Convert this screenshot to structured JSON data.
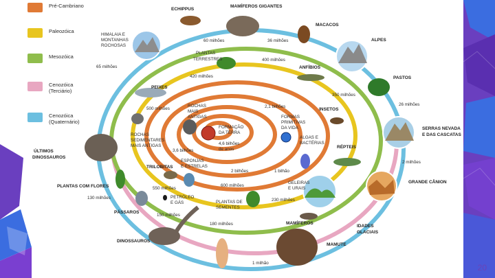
{
  "colors": {
    "precambrian": "#e07a35",
    "paleozoic": "#e8c51f",
    "mesozoic": "#8fbd4c",
    "cenozoic_tertiary": "#e8a7c1",
    "cenozoic_quaternary": "#6cbfe0",
    "accent_purple": "#6a3fbf",
    "accent_blue": "#3b6de0"
  },
  "legend": [
    {
      "label": "Pré-Cambriano",
      "color_key": "precambrian"
    },
    {
      "label": "Paleozóica",
      "color_key": "paleozoic"
    },
    {
      "label": "Mesozóica",
      "color_key": "mesozoic"
    },
    {
      "label": "Cenozóica\n(Terciário)",
      "color_key": "cenozoic_tertiary"
    },
    {
      "label": "Cenozóica\n(Quaternário)",
      "color_key": "cenozoic_quaternary"
    }
  ],
  "labels": {
    "echippus": "ECHIPPUS",
    "mamiferos_gigantes": "MAMÍFEROS GIGANTES",
    "macacos": "MACACOS",
    "himalaia_1": "HIMALAIA E",
    "himalaia_2": "MONTANHAS",
    "himalaia_3": "ROCHOSAS",
    "alpes": "ALPES",
    "m60": "60 milhões",
    "m36": "36 milhões",
    "m65": "65 milhões",
    "plantas_terrestres_1": "PLANTAS",
    "plantas_terrestres_2": "TERRESTRES",
    "m400": "400 milhões",
    "anfibios": "ANFÍBIOS",
    "pastos": "PASTOS",
    "m420": "420 milhões",
    "peixes": "PEIXES",
    "m350": "350 milhões",
    "m26": "26 milhões",
    "rochas_mais_antigas_1": "ROCHAS",
    "rochas_mais_antigas_2": "MAIS",
    "rochas_mais_antigas_3": "ANTIGAS",
    "b2_1": "2,1 bilhões",
    "insetos": "INSETOS",
    "m500": "500 milhões",
    "formas_1": "FORMAS",
    "formas_2": "PRIMITIVAS",
    "formas_3": "DA VIDA",
    "formacao_1": "FORMAÇÃO",
    "formacao_2": "DA TERRA",
    "serras_1": "SERRAS NEVADA",
    "serras_2": "E DAS CASCATAS",
    "rochas_sed_1": "ROCHAS",
    "rochas_sed_2": "SEDIMENTARES",
    "rochas_sed_3": "MAIS ANTIGAS",
    "b46_1": "4,6 bilhões",
    "b46_2": "de anos",
    "algas_1": "ALGAS E",
    "algas_2": "BACTÉRIAS",
    "ultimos_1": "ÚLTIMOS",
    "ultimos_2": "DINOSSAUROS",
    "b36": "3,6 bilhões",
    "repteis": "RÉPTEIS",
    "m2": "2 milhões",
    "trilobitas": "TRILOBITAS",
    "esponjas_1": "ESPONJAS",
    "esponjas_2": "E ESTRELAS",
    "b2": "2 bilhões",
    "b1": "1 bilhão",
    "grande_canion": "GRANDE CÂNION",
    "plantas_flores": "PLANTAS COM FLORES",
    "m550": "550 milhões",
    "m600": "600 milhões",
    "geleiras_1": "GELEIRAS",
    "geleiras_2": "E URAIS",
    "m130": "130 milhões",
    "petroleo_1": "PETRÓLEO",
    "petroleo_2": "E GÁS",
    "plantas_sementes_1": "PLANTAS DE",
    "plantas_sementes_2": "SEMENTES",
    "m230": "230 milhões",
    "passaros": "PÁSSAROS",
    "m150": "150 milhões",
    "m180": "180 milhões",
    "mamiferos": "MAMÍFEROS",
    "idades_1": "IDADES",
    "idades_2": "GLACIAIS",
    "dinossauros": "DINOSSAUROS",
    "mamute": "MAMUTE",
    "milhao1": "1 milhão"
  },
  "page_number": "20"
}
